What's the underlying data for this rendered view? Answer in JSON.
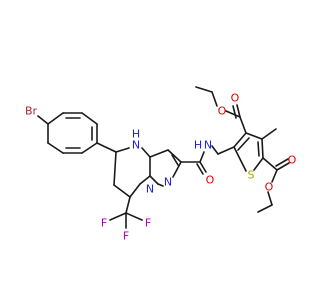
{
  "molecule": {
    "atoms": {
      "br": "Br",
      "nh_ring": "N",
      "h_ring": "H",
      "n_pz1": "N",
      "n_pz2": "N",
      "o_amide": "O",
      "n_amide": "N",
      "h_amide": "H",
      "s": "S",
      "o_ester1a": "O",
      "o_ester1b": "O",
      "o_ester2a": "O",
      "o_ester2b": "O",
      "f1": "F",
      "f2": "F",
      "f3": "F"
    }
  },
  "colors": {
    "bond": "#1a1a1a",
    "carbon": "#1a1a1a",
    "nitrogen": "#2020e0",
    "oxygen": "#e00000",
    "sulfur": "#b0a000",
    "halogen_br": "#a52a2a",
    "halogen_f": "#b000b0"
  }
}
